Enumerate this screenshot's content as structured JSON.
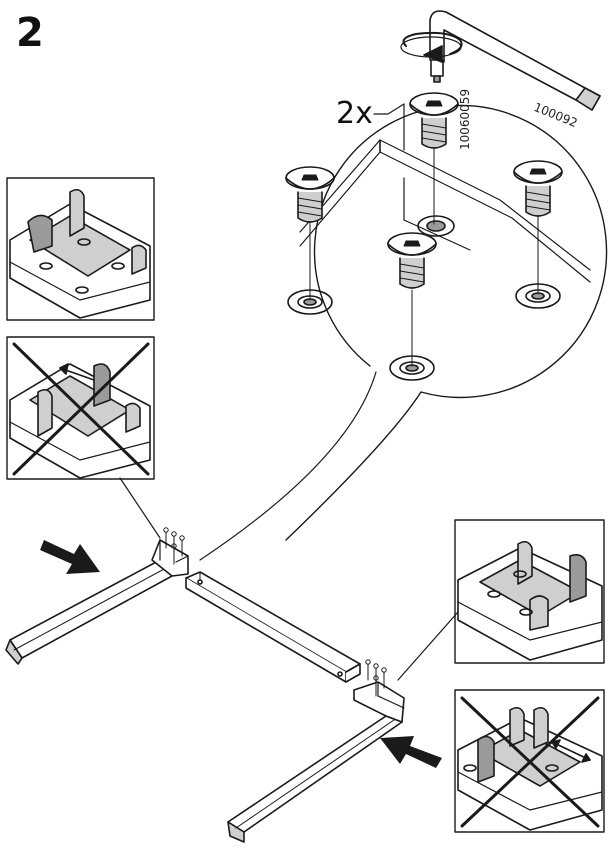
{
  "step": {
    "number": "2"
  },
  "callout": {
    "quantity": "2x"
  },
  "parts": {
    "tool_number": "100092",
    "screw_number": "10060059"
  },
  "colors": {
    "line": "#1a1a1a",
    "fill_light": "#ffffff",
    "shade": "#cfcfcf",
    "dark_shade": "#9a9a9a"
  },
  "icons": [
    "allen-key-icon",
    "rotate-arrow-icon",
    "screw-icon",
    "direction-arrow-icon",
    "cross-out-icon"
  ]
}
